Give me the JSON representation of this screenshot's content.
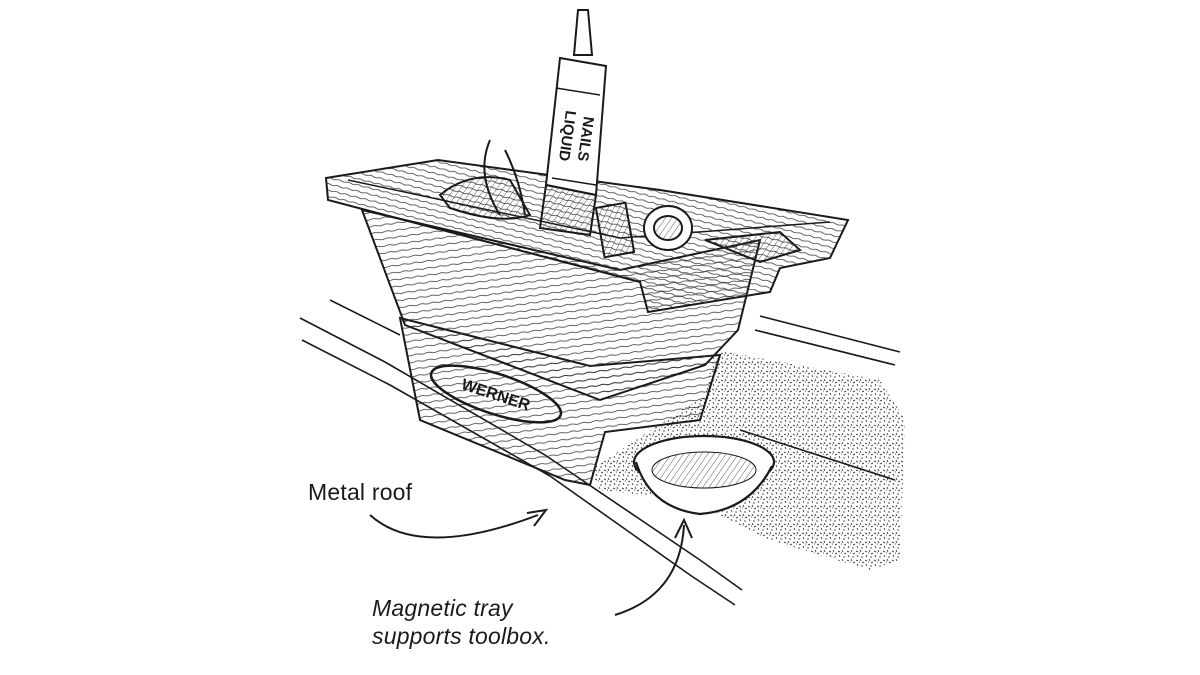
{
  "callouts": {
    "metal_roof": "Metal roof",
    "tray_line1": "Magnetic tray",
    "tray_line2": "supports toolbox."
  },
  "toolbox": {
    "brand": "WERNER"
  },
  "caulk_tube": {
    "label_line1": "LIQUID",
    "label_line2": "NAILS"
  },
  "colors": {
    "ink": "#1a1a1a",
    "background": "#ffffff"
  }
}
